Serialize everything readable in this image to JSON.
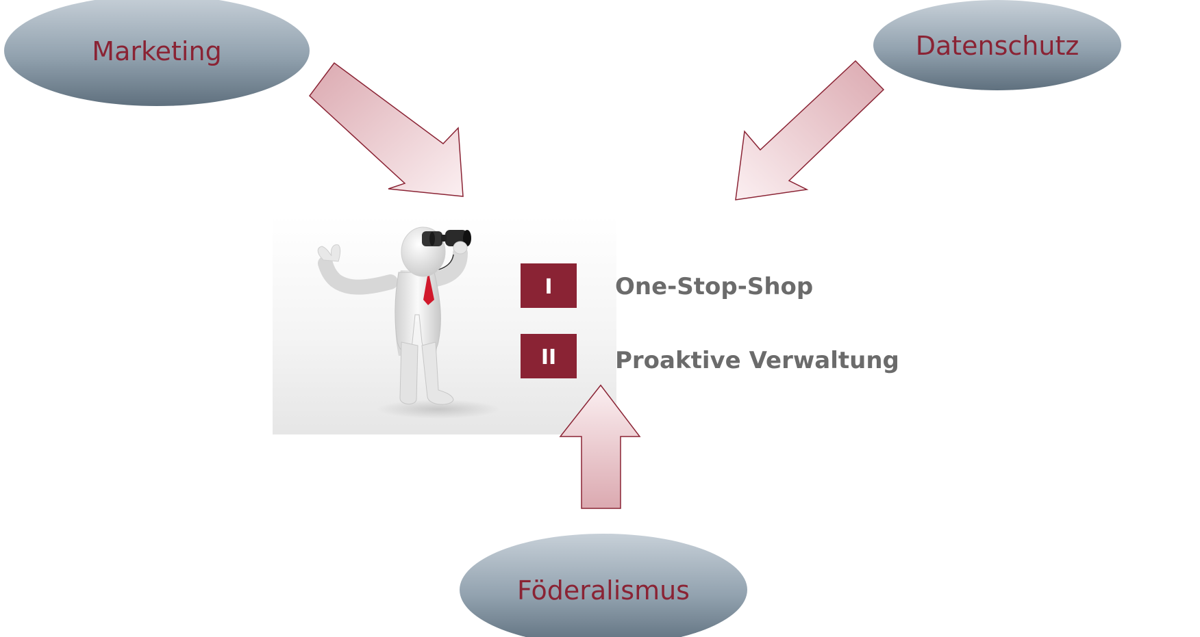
{
  "nodes": {
    "marketing": {
      "label": "Marketing"
    },
    "datenschutz": {
      "label": "Datenschutz"
    },
    "foederalismus": {
      "label": "Föderalismus"
    }
  },
  "items": [
    {
      "badge": "I",
      "text": "One-Stop-Shop"
    },
    {
      "badge": "II",
      "text": "Proaktive Verwaltung"
    }
  ],
  "colors": {
    "accent": "#8a2334",
    "badge_fill": "#8a2334",
    "item_text": "#6b6b6b",
    "ellipse_top": "#b9c3cc",
    "ellipse_bottom": "#6f7f8d",
    "arrow_fill": "#e9c6cb",
    "arrow_stroke": "#8a2334"
  },
  "icons": {
    "figure": "person-with-binoculars-icon"
  }
}
